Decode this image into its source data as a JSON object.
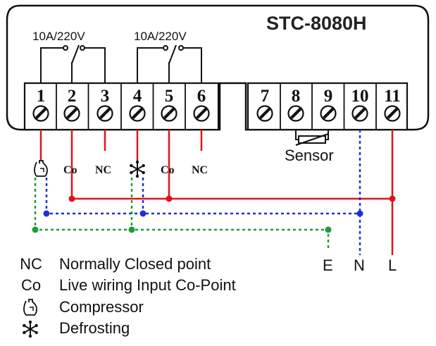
{
  "model": "STC-8080H",
  "relay_ratings": [
    "10A/220V",
    "10A/220V"
  ],
  "terminals": [
    {
      "label": "1"
    },
    {
      "label": "2"
    },
    {
      "label": "3"
    },
    {
      "label": "4"
    },
    {
      "label": "5"
    },
    {
      "label": "6"
    },
    {
      "label": "7"
    },
    {
      "label": "8"
    },
    {
      "label": "9"
    },
    {
      "label": "10"
    },
    {
      "label": "11"
    }
  ],
  "sensor_label": "Sensor",
  "terminal_tags": {
    "t2": "Co",
    "t3": "NC",
    "t5": "Co",
    "t6": "NC"
  },
  "power_labels": {
    "earth": "E",
    "neutral": "N",
    "live": "L"
  },
  "icons": {
    "compressor": "compressor-icon",
    "defrost": "defrost-snowflake-icon"
  },
  "wire_colors": {
    "live": "#e0131b",
    "neutral": "#1f2fd6",
    "earth": "#1f9b3b"
  },
  "legend": [
    {
      "key": "NC",
      "text": "Normally Closed point"
    },
    {
      "key": "Co",
      "text": "Live wiring Input Co-Point"
    },
    {
      "key": "",
      "icon": "compressor-icon",
      "text": "Compressor"
    },
    {
      "key": "",
      "icon": "defrost-snowflake-icon",
      "text": "Defrosting"
    }
  ]
}
